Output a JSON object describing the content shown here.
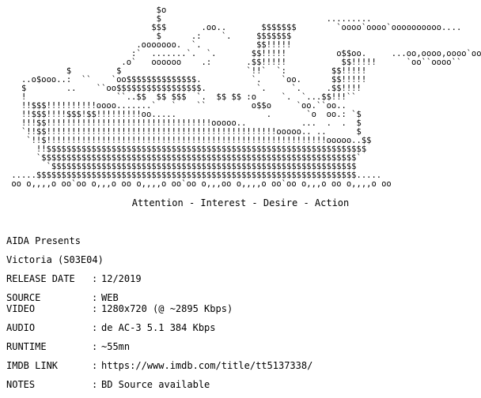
{
  "art": {
    "lines": [
      "                              $o",
      "                              $                                 .........",
      "                             $$$       .oo..       $$$$$$$        `oooo`oooo`oooooooooo....",
      "                              $      .:    `.     $$$$$$$",
      "                          .ooooooo.  `.           $$!!!!!",
      "                         :`  .......`.  `.       $$!!!!!          o$$oo.     ...oo,oooo,oooo`ooo``",
      "                       .o`   oooooo    .:       .$$!!!!!           $$!!!!!      `oo``oooo``",
      "            $         $                         `!!`  `:         $$!!!!!",
      "   ..o$ooo..:  ``    `oo$$$$$$$$$$$$$$.          `.    `oo.      $$!!!!!",
      "   $        ..    ``oo$$$$$$$$$$$$$$$$$.          `.     `.     .$$!!!!",
      "   !                  ``..$$  $$ $$$  `.  $$ $$ :o     `.  `...$$!!!``",
      "   !!$$$!!!!!!!!!!oooo.......`   `    ``         o$$o     `oo.``oo..",
      "   !!$$$!!!!$$$!$$!!!!!!!!!oo.....                  .       `o  oo.: `$",
      "   !!!$$!!!!!!!!!!!!!!!!!!!!!!!!!!!!!!!!!ooooo..           ...  .  .  $",
      "   `!!$$!!!!!!!!!!!!!!!!!!!!!!!!!!!!!!!!!!!!!!!!!!!!!!ooooo.. ..      $",
      "    `!!$!!!!!!!!!!!!!!!!!!!!!!!!!!!!!!!!!!!!!!!!!!!!!!!!!!!!!!!!ooooo..$$",
      "      !!$$$$$$$$$$$$$$$$$$$$$$$$$$$$$$$$$$$$$$$$$$$$$$$$$$$$$$$$$$$$$$$$",
      "      `$$$$$$$$$$$$$$$$$$$$$$$$$$$$$$$$$$$$$$$$$$$$$$$$$$$$$$$$$$$$$$$`",
      "        `$$$$$$$$$$$$$$$$$$$$$$$$$$$$$$$$$$$$$$$$$$$$$$$$$$$$$$$$$$$$$",
      " .....$$$$$$$$$$$$$$$$$$$$$$$$$$$$$$$$$$$$$$$$$$$$$$$$$$$$$$$$$$$$$$$$.....",
      " oo o,,,,o oo`oo o,,,o oo o,,,,o oo`oo o,,,oo o,,,,o oo`oo o,,,o oo o,,,,o oo"
    ]
  },
  "tagline": "Attention - Interest - Desire - Action",
  "info": {
    "group_line": "AIDA Presents",
    "title": "Victoria (S03E04)",
    "release_date": {
      "label": "RELEASE DATE",
      "value": "12/2019"
    },
    "source": {
      "label": "SOURCE",
      "value": "WEB"
    },
    "video": {
      "label": "VIDEO",
      "value": "1280x720 (@ ~2895 Kbps)"
    },
    "audio": {
      "label": "AUDIO",
      "value": "de AC-3 5.1 384 Kbps"
    },
    "runtime": {
      "label": "RUNTIME",
      "value": "~55mn"
    },
    "imdb": {
      "label": "IMDB LINK",
      "value": "https://www.imdb.com/title/tt5137338/"
    },
    "notes": {
      "label": "NOTES",
      "value": "BD Source available"
    },
    "separator": ":"
  }
}
